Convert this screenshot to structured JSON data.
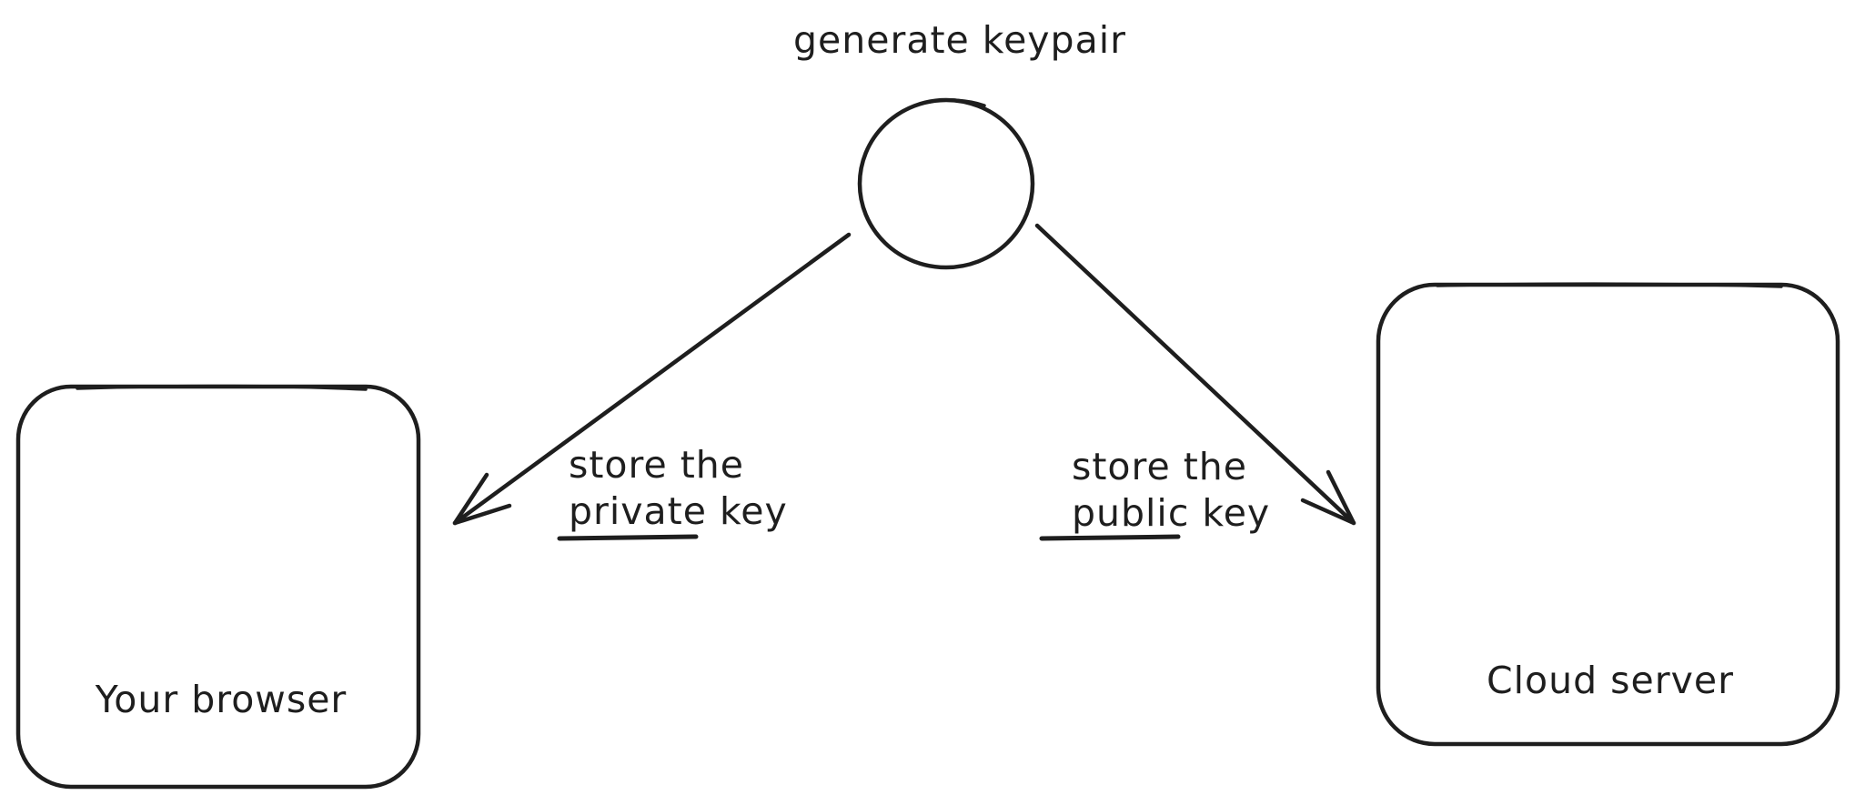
{
  "labels": {
    "keypair": "generate keypair",
    "left_top": "store the",
    "left_bottom_1": "private",
    "left_bottom_2": " key",
    "right_top": "store the",
    "right_bottom_1": "public",
    "right_bottom_2": " key",
    "left_box": "Your browser",
    "right_box": "Cloud server"
  },
  "colors": {
    "stroke": "#1e1e1e",
    "background": "#ffffff"
  }
}
